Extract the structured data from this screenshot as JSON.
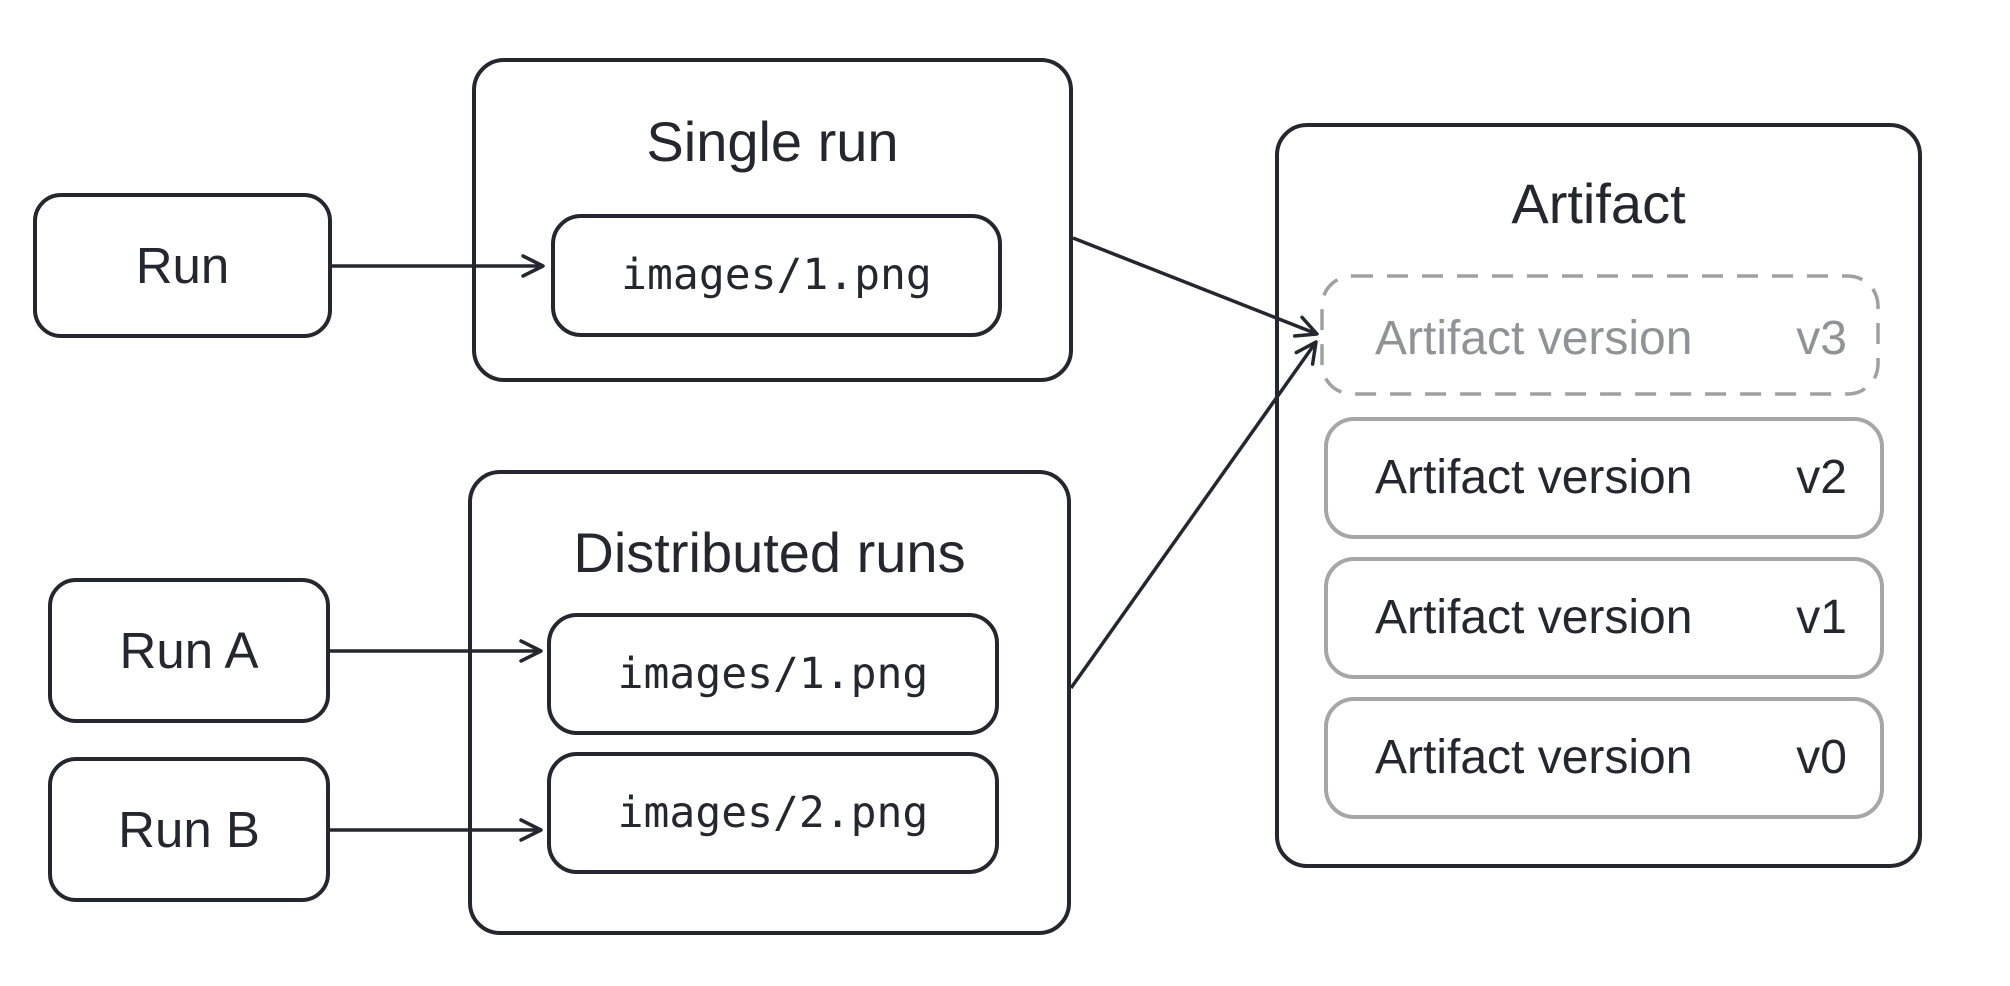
{
  "background": "#ffffff",
  "colors": {
    "ink": "#24282e",
    "gray_border": "#a6a6a6",
    "gray_dash": "#a0a0a0",
    "gray_text": "#909296"
  },
  "nodes": {
    "run": {
      "label": "Run"
    },
    "run_a": {
      "label": "Run A"
    },
    "run_b": {
      "label": "Run B"
    }
  },
  "groups": {
    "single_run": {
      "title": "Single run",
      "files": [
        "images/1.png"
      ]
    },
    "distributed_runs": {
      "title": "Distributed runs",
      "files": [
        "images/1.png",
        "images/2.png"
      ]
    },
    "artifact": {
      "title": "Artifact",
      "versions": [
        {
          "label": "Artifact version",
          "version": "v3",
          "dashed": true
        },
        {
          "label": "Artifact version",
          "version": "v2",
          "dashed": false
        },
        {
          "label": "Artifact version",
          "version": "v1",
          "dashed": false
        },
        {
          "label": "Artifact version",
          "version": "v0",
          "dashed": false
        }
      ]
    }
  }
}
